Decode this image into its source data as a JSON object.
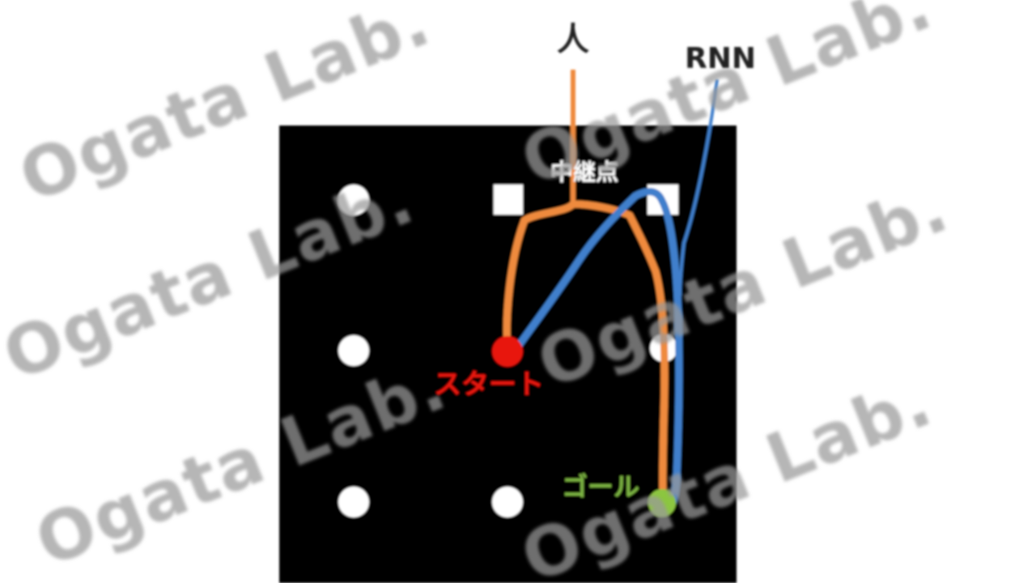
{
  "labels": {
    "human": "人",
    "rnn": "RNN",
    "waypoint": "中継点",
    "start": "スタート",
    "goal": "ゴール"
  },
  "watermark": {
    "text": "Ogata Lab."
  },
  "colors": {
    "arena": "#000000",
    "human_line": "#ef8a3c",
    "rnn_line": "#3f7fcc",
    "start": "#e8140c",
    "start_text": "#e8140c",
    "goal": "#8cc63f",
    "goal_text": "#7cb342",
    "marker": "#ffffff",
    "watermark": "#9a9a9a"
  }
}
